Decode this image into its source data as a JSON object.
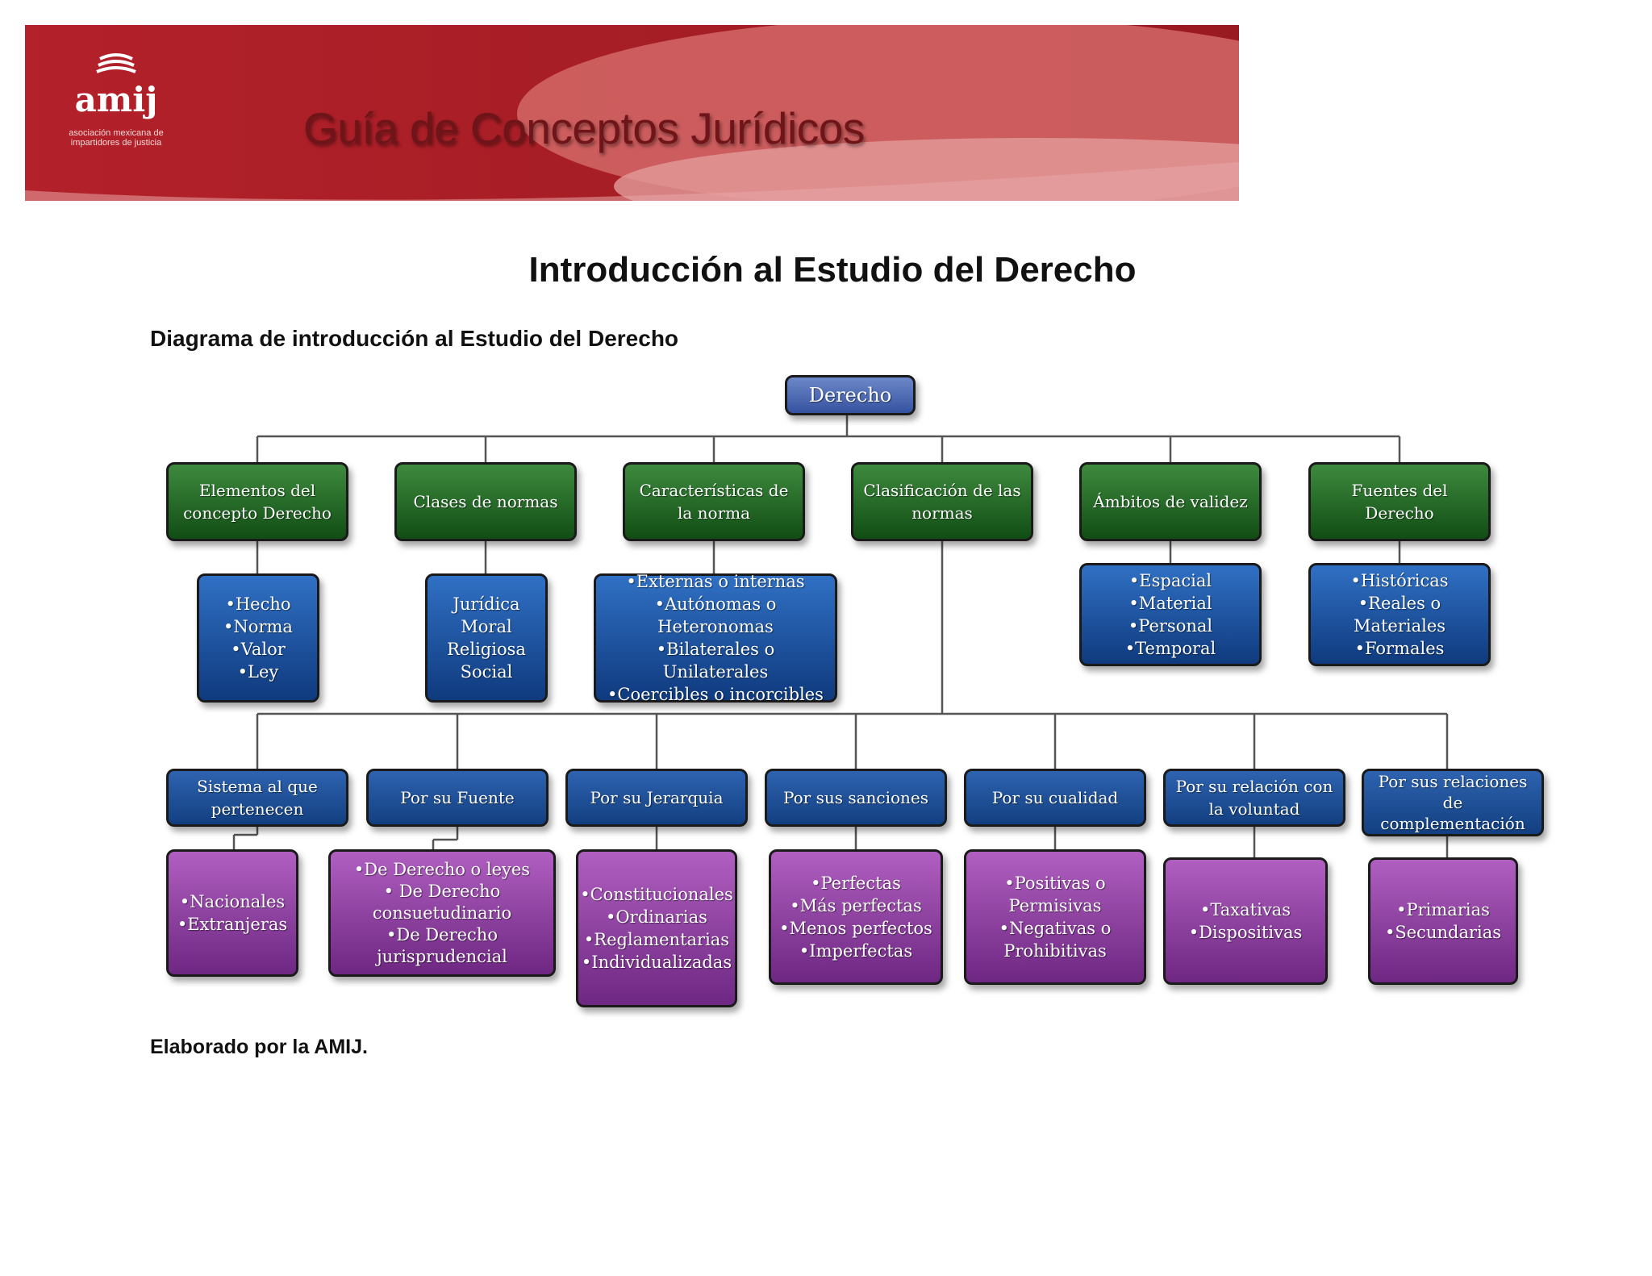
{
  "banner": {
    "logo_text": "amij",
    "logo_subtitle": "asociación mexicana de impartidores de justicia",
    "title": "Guía de Conceptos Jurídicos"
  },
  "page_title": "Introducción al Estudio del Derecho",
  "section_title": "Diagrama de introducción al Estudio del Derecho",
  "footer": "Elaborado por la AMIJ.",
  "diagram": {
    "root": "Derecho",
    "level1": [
      {
        "label": "Elementos del concepto Derecho",
        "detail": "•Hecho\n•Norma\n•Valor\n•Ley"
      },
      {
        "label": "Clases de normas",
        "detail": "Jurídica\nMoral\nReligiosa\nSocial"
      },
      {
        "label": "Características de la norma",
        "detail": "•Externas o internas\n•Autónomas o\nHeteronomas\n•Bilaterales o Unilaterales\n•Coercibles o incorcibles"
      },
      {
        "label": "Clasificación de las normas"
      },
      {
        "label": "Ámbitos de validez",
        "detail": "•Espacial\n•Material\n•Personal\n•Temporal"
      },
      {
        "label": "Fuentes del Derecho",
        "detail": "•Históricas\n•Reales o\nMateriales\n•Formales"
      }
    ],
    "classification": [
      {
        "label": "Sistema al que pertenecen",
        "detail": "•Nacionales\n•Extranjeras"
      },
      {
        "label": "Por su Fuente",
        "detail": "•De Derecho o leyes\n• De Derecho\nconsuetudinario\n•De Derecho\njurisprudencial"
      },
      {
        "label": "Por su Jerarquia",
        "detail": "•Constitucionales\n•Ordinarias\n•Reglamentarias\n•Individualizadas"
      },
      {
        "label": "Por sus sanciones",
        "detail": "•Perfectas\n•Más perfectas\n•Menos perfectos\n•Imperfectas"
      },
      {
        "label": "Por su cualidad",
        "detail": "•Positivas o\nPermisivas\n•Negativas o\nProhibitivas"
      },
      {
        "label": "Por su relación con la voluntad",
        "detail": "•Taxativas\n•Dispositivas"
      },
      {
        "label": "Por sus relaciones de complementación",
        "detail": "•Primarias\n•Secundarias"
      }
    ]
  }
}
